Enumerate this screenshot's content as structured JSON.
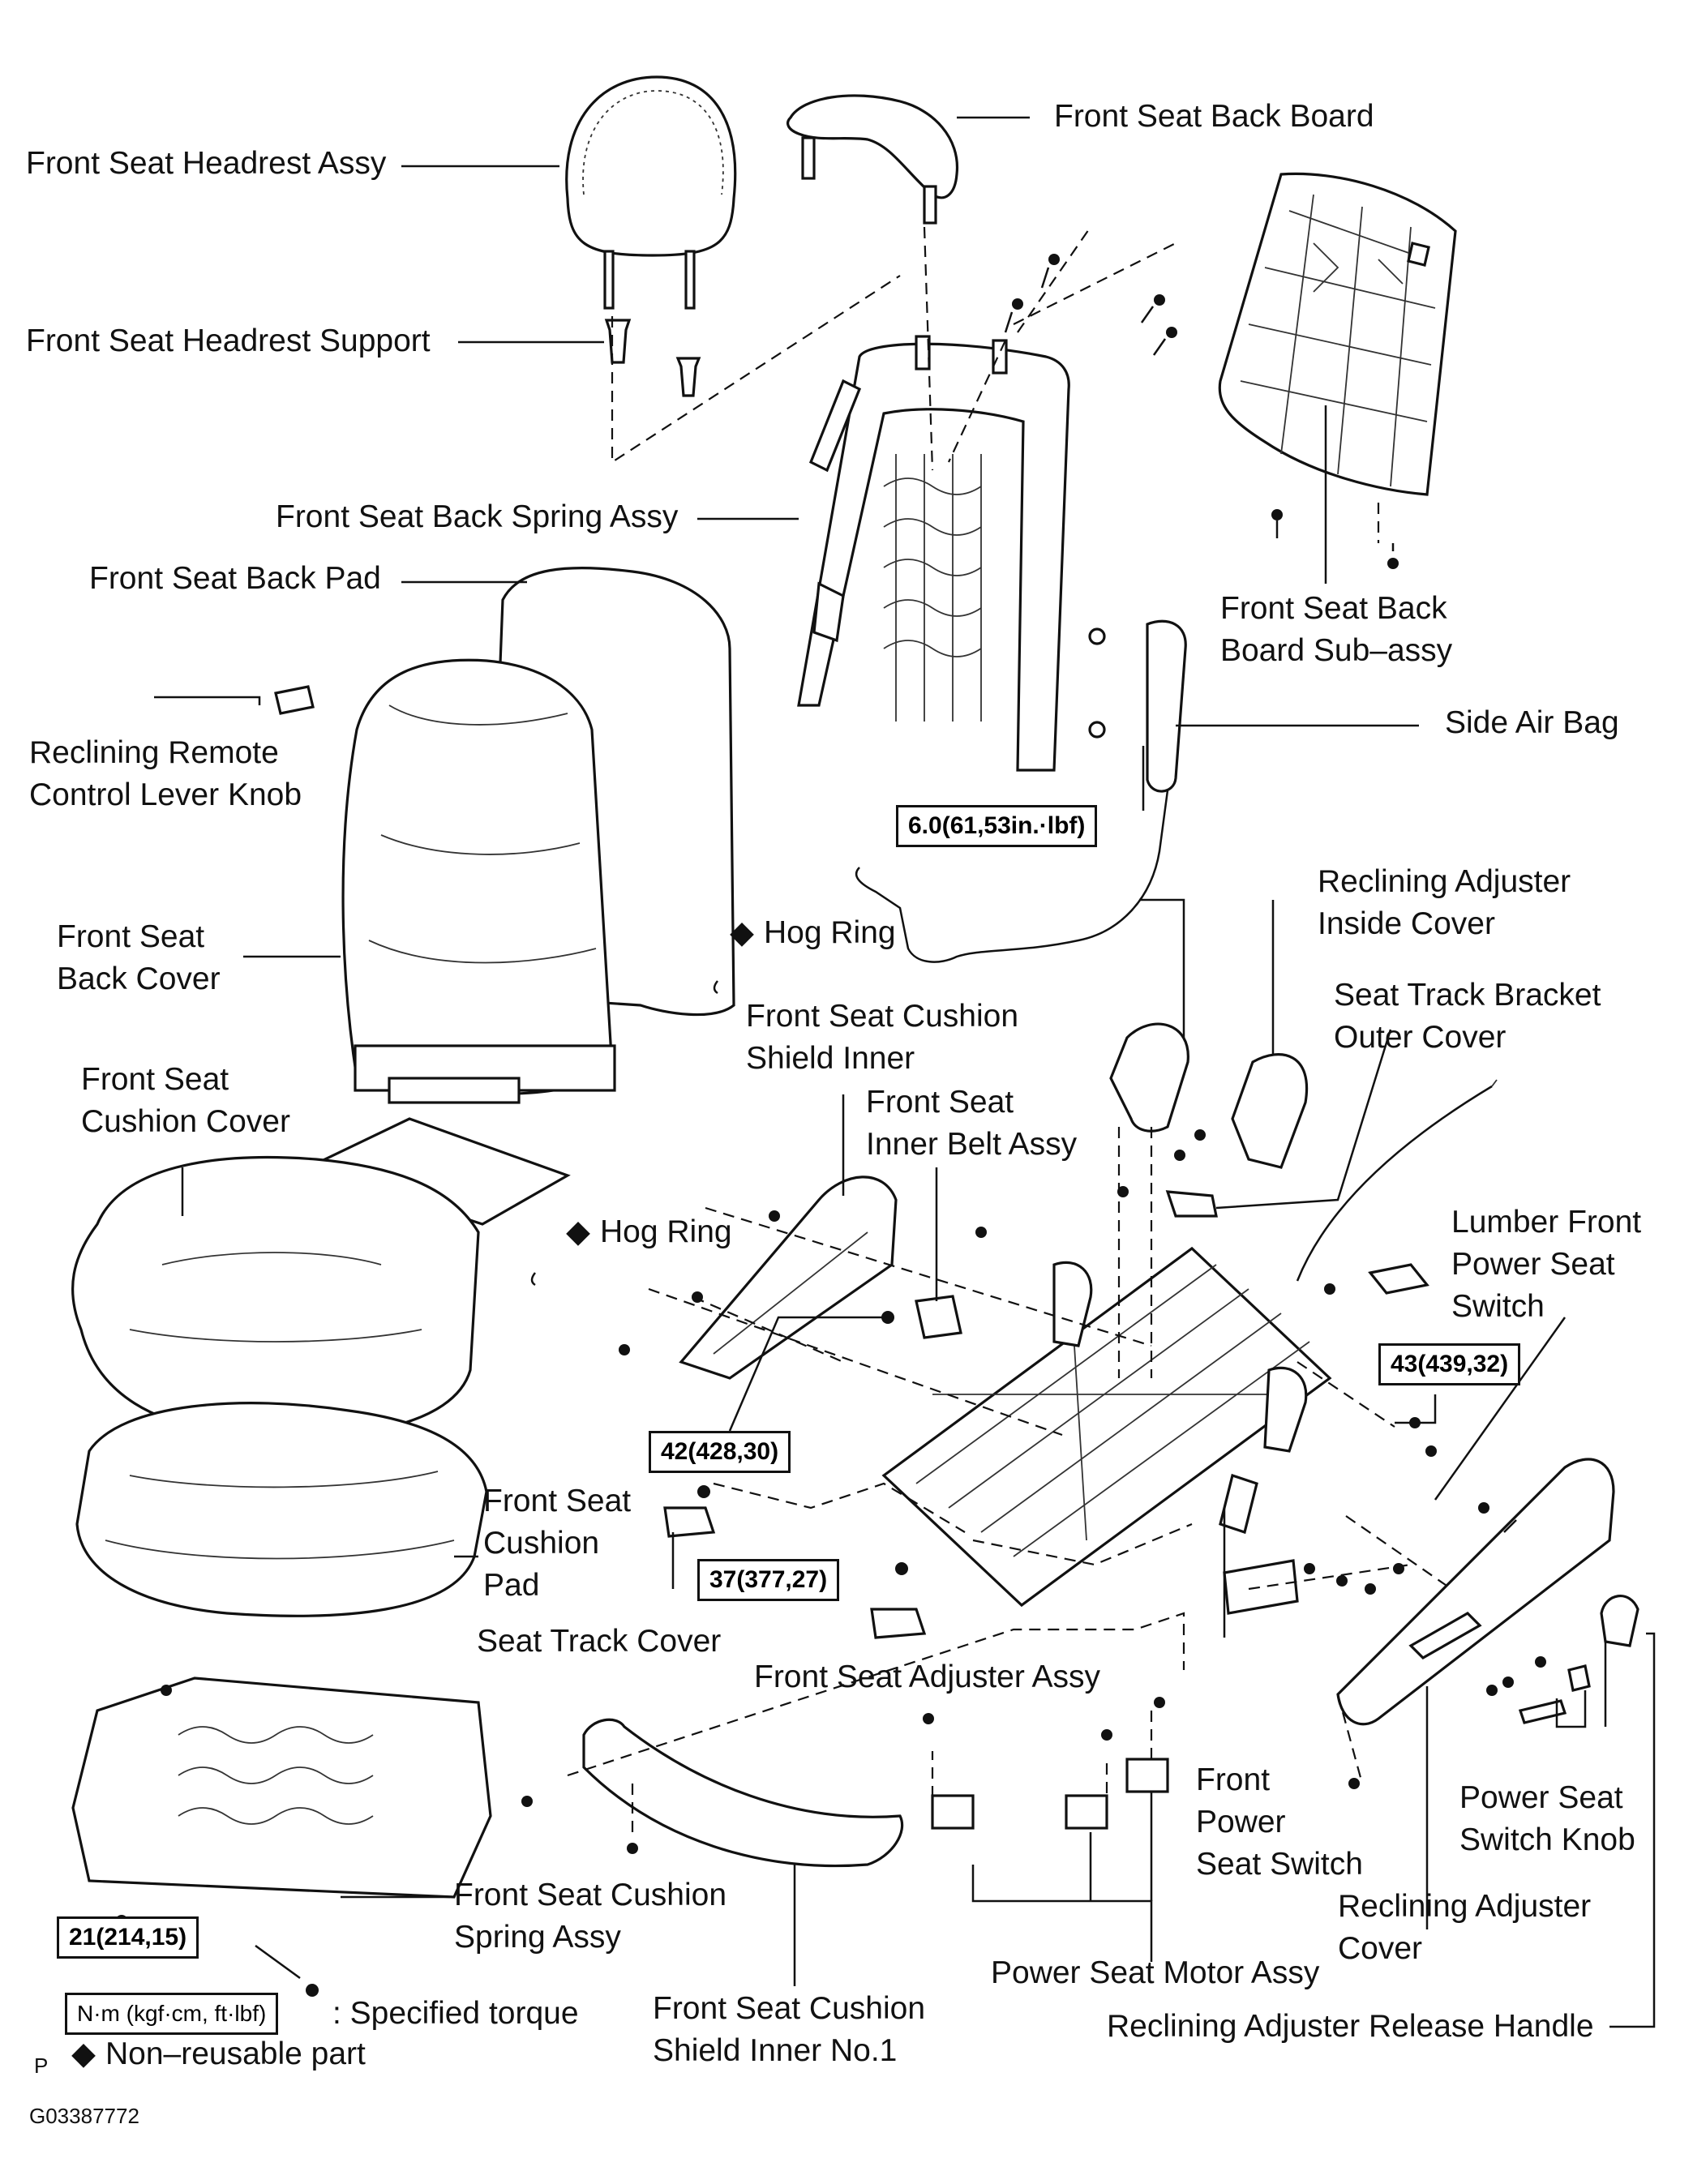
{
  "labels": {
    "headrest": "Front Seat Headrest Assy",
    "back_board": "Front Seat Back Board",
    "headrest_support": "Front Seat Headrest Support",
    "back_spring": "Front Seat Back Spring Assy",
    "back_pad": "Front Seat Back Pad",
    "back_board_sub_1": "Front Seat Back",
    "back_board_sub_2": "Board Sub–assy",
    "recline_knob_1": "Reclining Remote",
    "recline_knob_2": "Control Lever Knob",
    "side_airbag": "Side Air Bag",
    "recl_inside_1": "Reclining Adjuster",
    "recl_inside_2": "Inside Cover",
    "back_cover_1": "Front Seat",
    "back_cover_2": "Back Cover",
    "hog_ring_1": "Hog Ring",
    "shield_inner_1": "Front Seat Cushion",
    "shield_inner_2": "Shield Inner",
    "track_bracket_1": "Seat Track Bracket",
    "track_bracket_2": "Outer Cover",
    "cushion_cover_1": "Front Seat",
    "cushion_cover_2": "Cushion Cover",
    "inner_belt_1": "Front Seat",
    "inner_belt_2": "Inner Belt Assy",
    "hog_ring_2": "Hog Ring",
    "lumber_1": "Lumber Front",
    "lumber_2": "Power Seat",
    "lumber_3": "Switch",
    "cushion_pad_1": "Front Seat",
    "cushion_pad_2": "Cushion",
    "cushion_pad_3": "Pad",
    "seat_track_cover": "Seat Track Cover",
    "adjuster_assy": "Front Seat Adjuster Assy",
    "fps_switch_1": "Front",
    "fps_switch_2": "Power",
    "fps_switch_3": "Seat Switch",
    "ps_knob_1": "Power Seat",
    "ps_knob_2": "Switch Knob",
    "cushion_spring_1": "Front Seat Cushion",
    "cushion_spring_2": "Spring Assy",
    "recl_cover_1": "Reclining Adjuster",
    "recl_cover_2": "Cover",
    "motor_assy": "Power Seat Motor Assy",
    "shield_no1_1": "Front Seat Cushion",
    "shield_no1_2": "Shield Inner No.1",
    "release_handle": "Reclining Adjuster Release Handle"
  },
  "torques": {
    "t1": "6.0(61,53in.·lbf)",
    "t2": "43(439,32)",
    "t3": "42(428,30)",
    "t4": "37(377,27)",
    "t5": "21(214,15)"
  },
  "legend": {
    "torque_box": "N·m (kgf·cm, ft·lbf)",
    "torque_text": ": Specified torque",
    "nonreusable_symbol": "◆",
    "nonreusable_text": "Non–reusable part",
    "hog_symbol": "◆"
  },
  "footer": {
    "p_mark": "P",
    "fig_id": "G03387772"
  }
}
